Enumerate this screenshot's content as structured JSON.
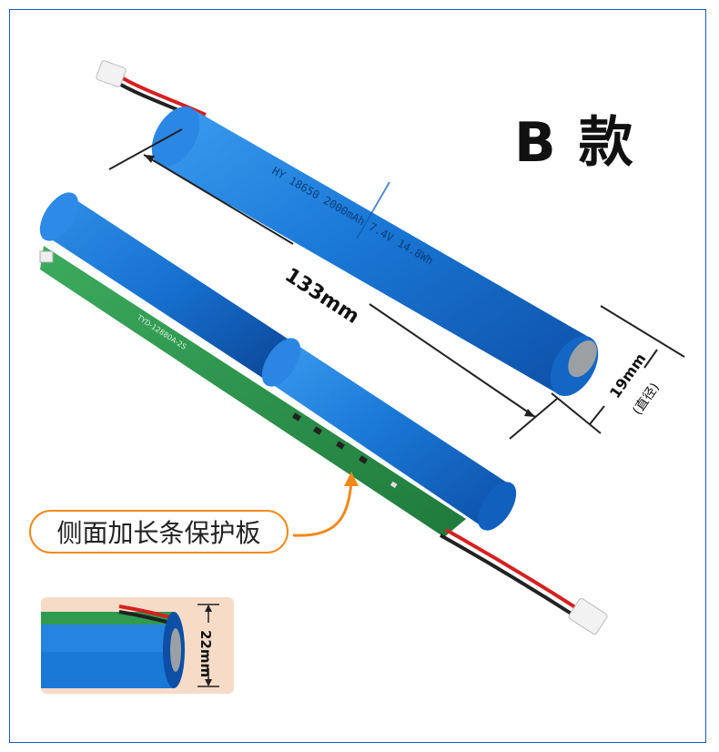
{
  "title": "B 款",
  "callout": "侧面加长条保护板",
  "dimensions": {
    "length": "133mm",
    "diameter": "19mm",
    "diameter_note": "(直径)",
    "height": "22mm"
  },
  "battery_label": "HY 18650 2000mAh 7.4V 14.8Wh",
  "pcb_label": "TYD-12880A-2S",
  "colors": {
    "frame": "#1f57c7",
    "battery_blue": "#1a78d6",
    "pcb_green": "#2e9b4e",
    "callout_orange": "#f08a1a"
  }
}
